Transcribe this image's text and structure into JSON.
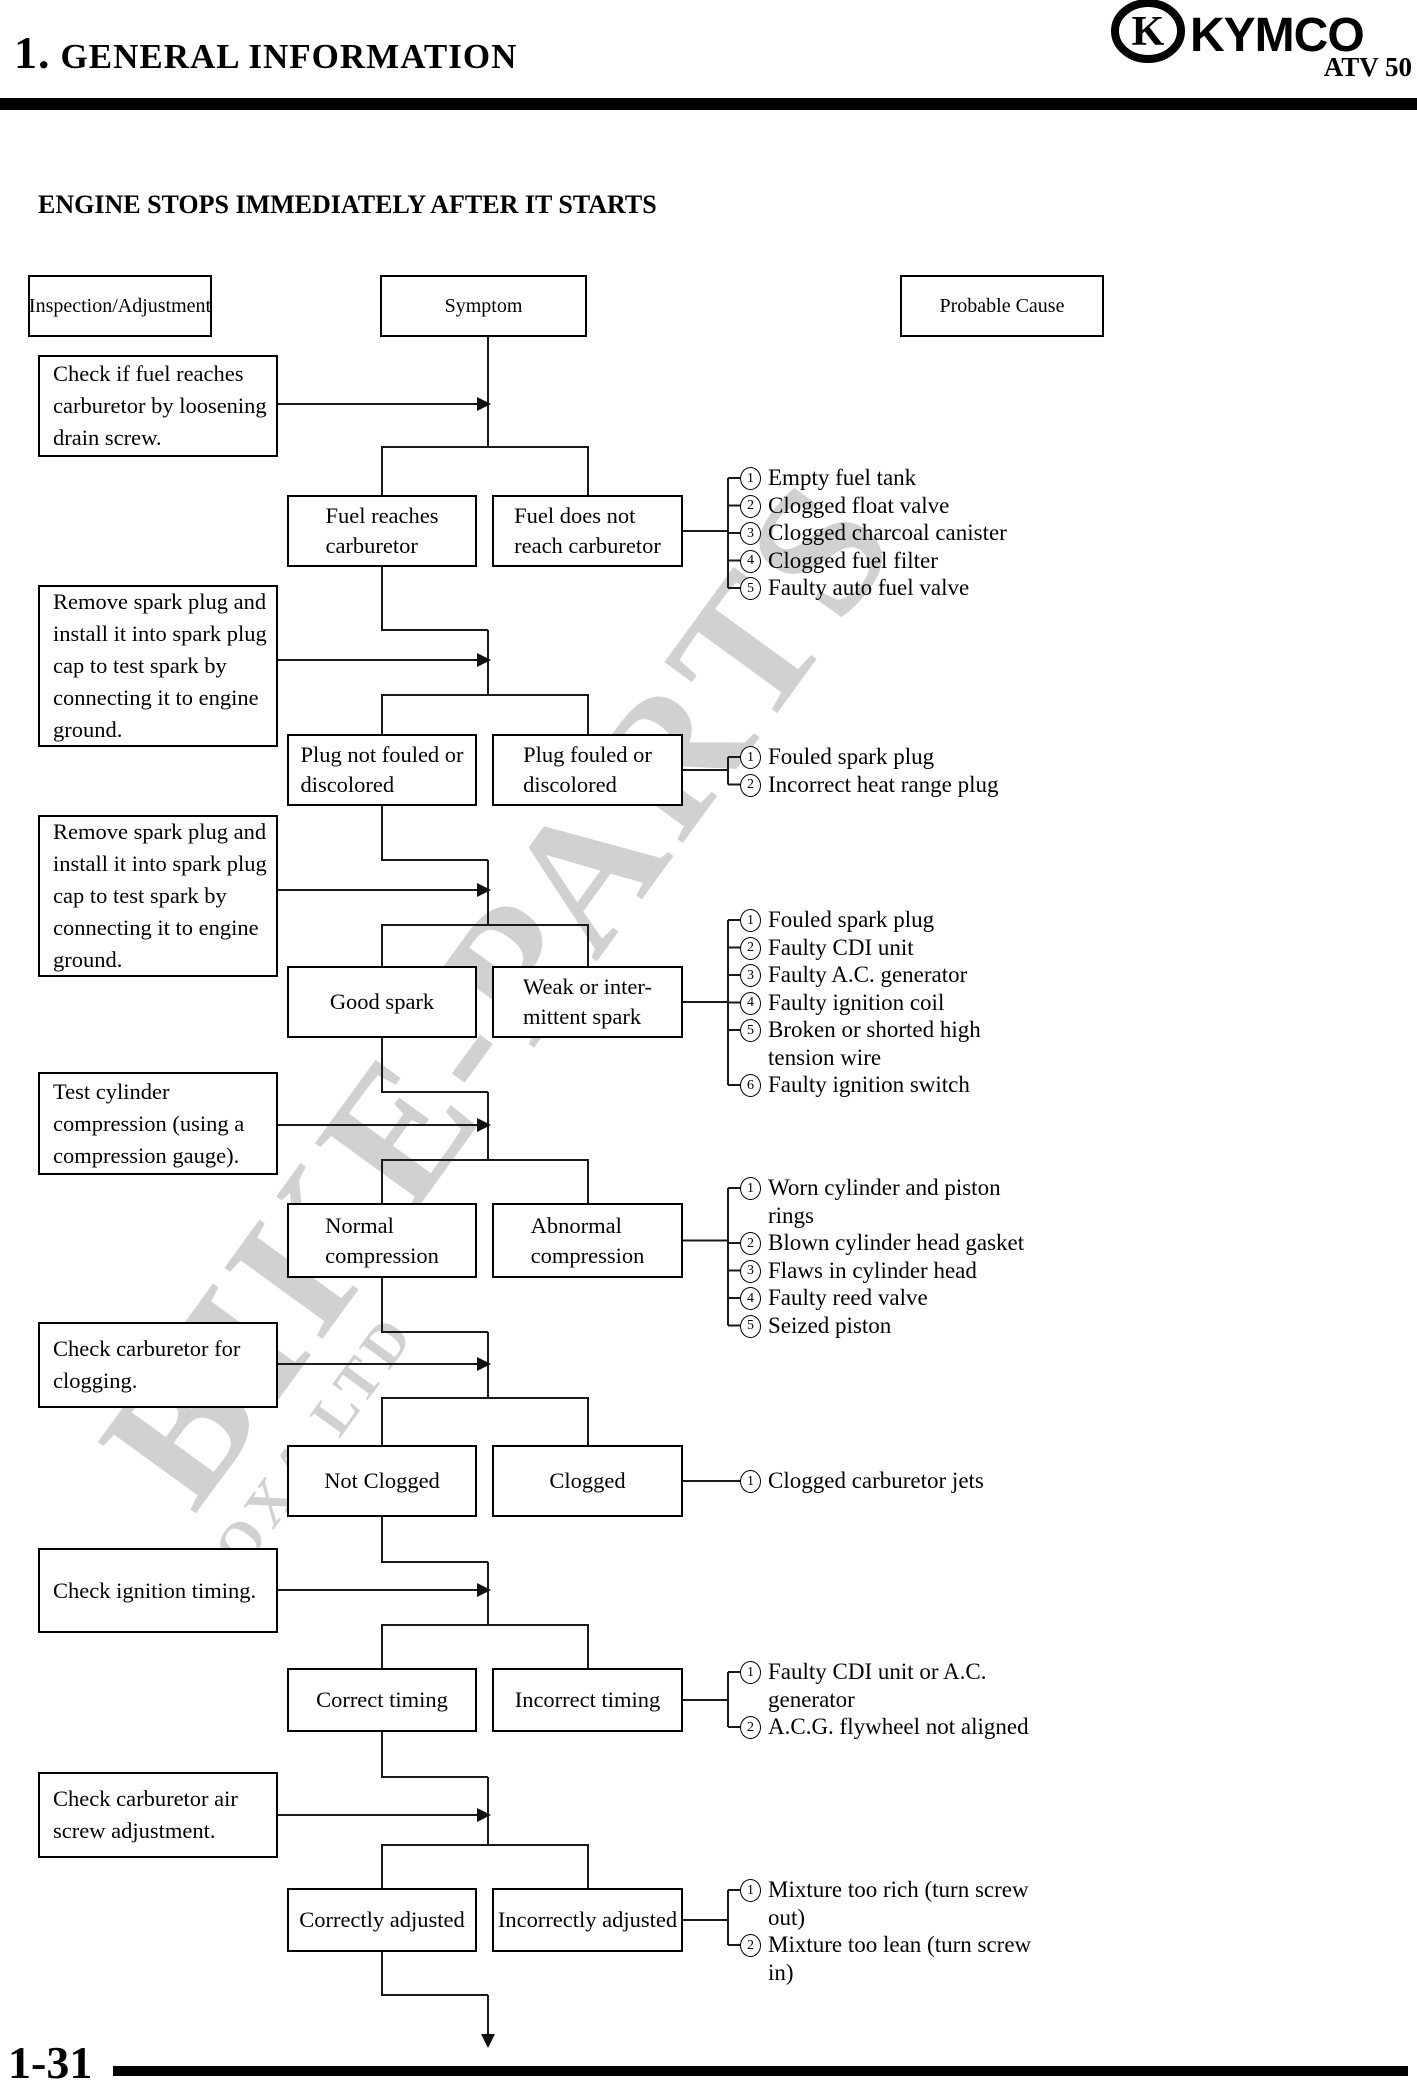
{
  "header": {
    "chapter_number": "1.",
    "chapter_title": "GENERAL INFORMATION",
    "brand": "KYMCO",
    "model": "ATV 50"
  },
  "page": {
    "title": "ENGINE STOPS IMMEDIATELY AFTER IT STARTS",
    "number": "1-31"
  },
  "watermark": {
    "text": "BIKE-PARTS",
    "subtext": "COXA LTD"
  },
  "columns": {
    "inspection": "Inspection/Adjustment",
    "symptom": "Symptom",
    "cause": "Probable Cause"
  },
  "flow": {
    "rows": [
      {
        "inspection": "Check if fuel reaches\ncarburetor by loosening\ndrain screw.",
        "symptom_ok": "Fuel reaches\ncarburetor",
        "symptom_bad": "Fuel does not\nreach carburetor",
        "causes": [
          {
            "num": "1",
            "text": "Empty fuel tank"
          },
          {
            "num": "2",
            "text": "Clogged float valve"
          },
          {
            "num": "3",
            "text": "Clogged charcoal canister"
          },
          {
            "num": "4",
            "text": "Clogged fuel filter"
          },
          {
            "num": "5",
            "text": "Faulty auto fuel valve"
          }
        ]
      },
      {
        "inspection": "Remove spark plug and\ninstall it into spark plug\ncap to test spark by\nconnecting it to engine\nground.",
        "symptom_ok": "Plug not fouled or\ndiscolored",
        "symptom_bad": "Plug fouled or\ndiscolored",
        "causes": [
          {
            "num": "1",
            "text": "Fouled spark plug"
          },
          {
            "num": "2",
            "text": "Incorrect heat range plug"
          }
        ]
      },
      {
        "inspection": "Remove spark plug and\ninstall it into spark plug\ncap to test spark by\nconnecting it to engine\nground.",
        "symptom_ok": "Good spark",
        "symptom_bad": "Weak or inter-\nmittent spark",
        "causes": [
          {
            "num": "1",
            "text": "Fouled spark plug"
          },
          {
            "num": "2",
            "text": "Faulty CDI unit"
          },
          {
            "num": "3",
            "text": "Faulty A.C. generator"
          },
          {
            "num": "4",
            "text": "Faulty ignition coil"
          },
          {
            "num": "5",
            "text": "Broken or shorted high\ntension wire"
          },
          {
            "num": "6",
            "text": "Faulty ignition switch"
          }
        ]
      },
      {
        "inspection": "Test cylinder\ncompression (using a\ncompression gauge).",
        "symptom_ok": "Normal\ncompression",
        "symptom_bad": "Abnormal\ncompression",
        "causes": [
          {
            "num": "1",
            "text": "Worn cylinder and piston\nrings"
          },
          {
            "num": "2",
            "text": "Blown cylinder head gasket"
          },
          {
            "num": "3",
            "text": "Flaws in cylinder head"
          },
          {
            "num": "4",
            "text": "Faulty reed valve"
          },
          {
            "num": "5",
            "text": "Seized piston"
          }
        ]
      },
      {
        "inspection": "Check carburetor for\nclogging.",
        "symptom_ok": "Not Clogged",
        "symptom_bad": "Clogged",
        "causes": [
          {
            "num": "1",
            "text": "Clogged carburetor jets"
          }
        ]
      },
      {
        "inspection": "Check ignition timing.",
        "symptom_ok": "Correct timing",
        "symptom_bad": "Incorrect timing",
        "causes": [
          {
            "num": "1",
            "text": "Faulty CDI unit or A.C.\ngenerator"
          },
          {
            "num": "2",
            "text": "A.C.G. flywheel not aligned"
          }
        ]
      },
      {
        "inspection": "Check carburetor air\nscrew adjustment.",
        "symptom_ok": "Correctly adjusted",
        "symptom_bad": "Incorrectly adjusted",
        "causes": [
          {
            "num": "1",
            "text": "Mixture too rich (turn screw\nout)"
          },
          {
            "num": "2",
            "text": "Mixture too lean (turn screw\nin)"
          }
        ]
      }
    ]
  }
}
